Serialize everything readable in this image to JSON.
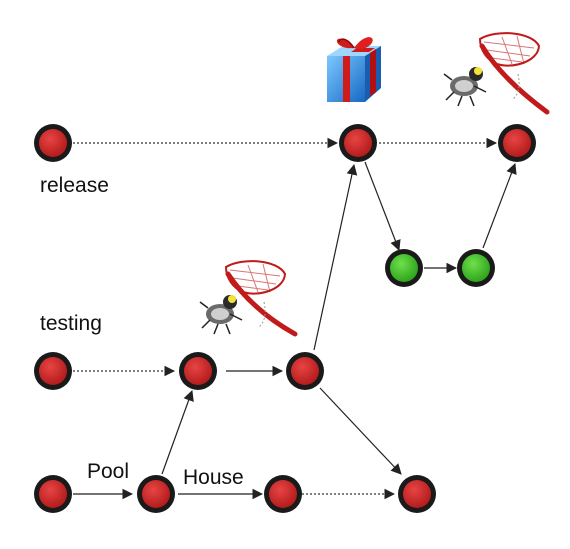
{
  "labels": {
    "release": "release",
    "testing": "testing",
    "pool": "Pool",
    "house": "House"
  },
  "icons": {
    "gift": "gift-box-icon",
    "bug_catcher": "bug-net-icon"
  },
  "colors": {
    "node_red": "#cc2222",
    "node_green": "#44c02a",
    "node_ring": "#1a1a1a",
    "edge": "#222222",
    "gift_blue": "#2b8fe0",
    "gift_ribbon": "#d11a1a"
  }
}
